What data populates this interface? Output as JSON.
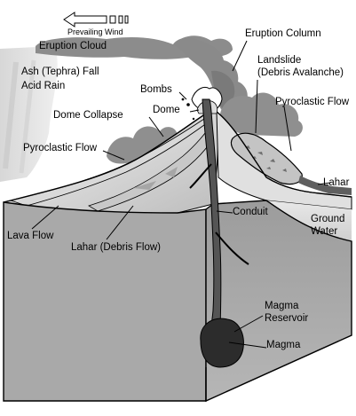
{
  "labels": {
    "prevailing_wind": "Prevailing Wind",
    "eruption_cloud": "Eruption Cloud",
    "eruption_column": "Eruption Column",
    "ash_fall": "Ash (Tephra) Fall",
    "acid_rain": "Acid Rain",
    "bombs": "Bombs",
    "landslide": "Landslide",
    "debris_avalanche": "(Debris Avalanche)",
    "dome_collapse": "Dome Collapse",
    "dome": "Dome",
    "pyroclastic_flow_right": "Pyroclastic Flow",
    "pyroclastic_flow_left": "Pyroclastic Flow",
    "lahar_right": "Lahar",
    "conduit": "Conduit",
    "ground_water_1": "Ground",
    "ground_water_2": "Water",
    "lava_flow": "Lava Flow",
    "lahar_debris_flow": "Lahar (Debris Flow)",
    "magma_reservoir_1": "Magma",
    "magma_reservoir_2": "Reservoir",
    "magma": "Magma"
  }
}
